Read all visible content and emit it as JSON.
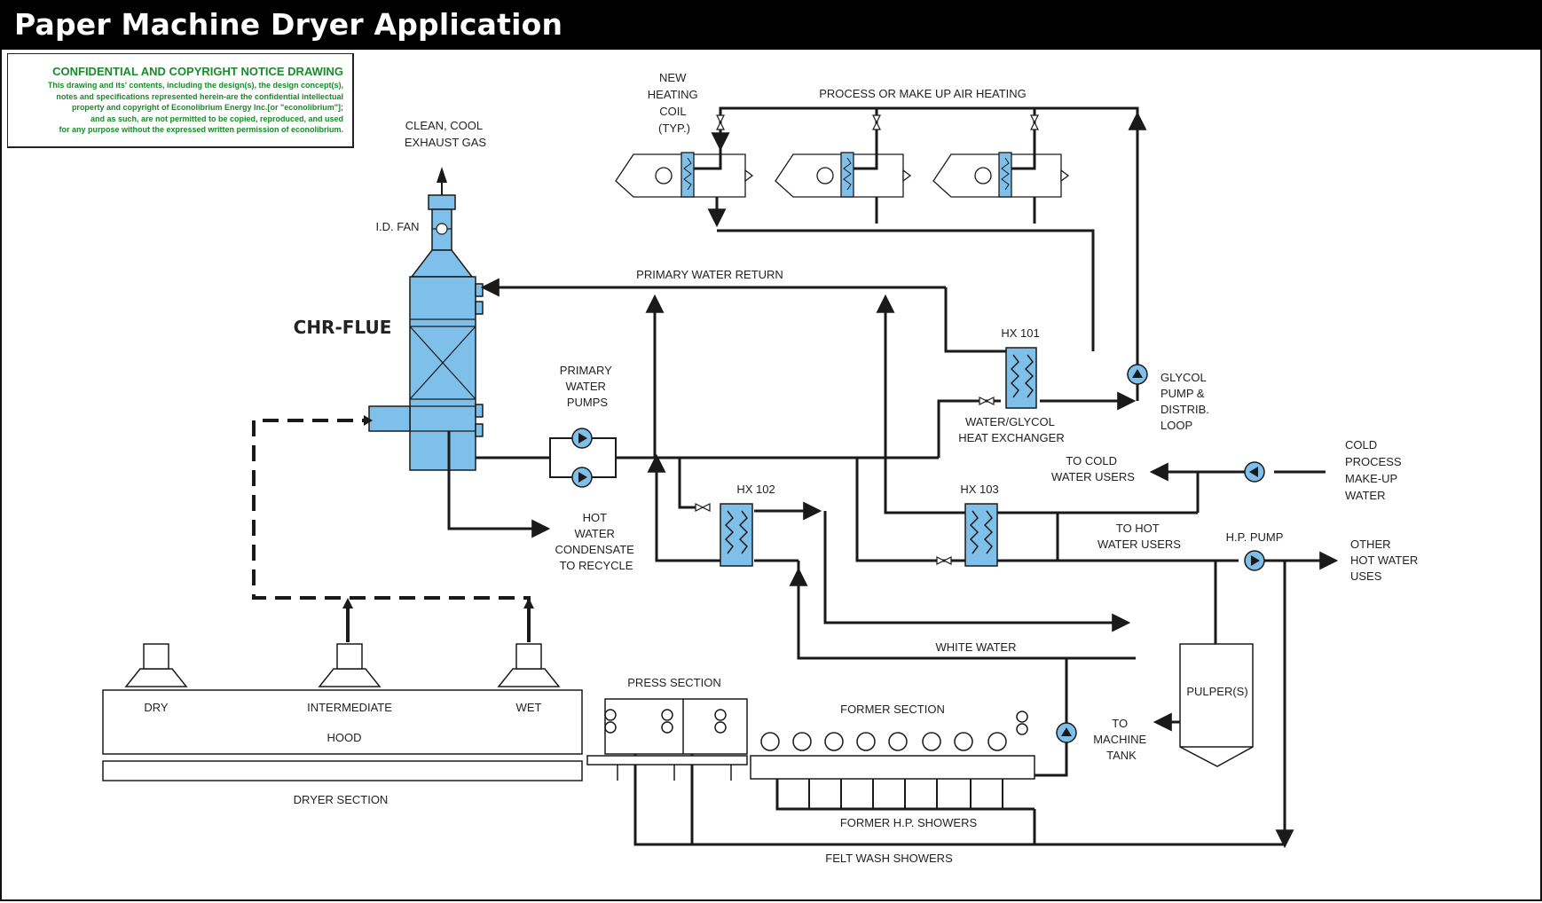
{
  "title": "Paper Machine Dryer Application",
  "notice": {
    "heading": "CONFIDENTIAL AND COPYRIGHT NOTICE DRAWING",
    "lines": [
      "This drawing and its' contents, including the design(s), the design concept(s),",
      "notes and specifications represented herein-are the confidential intellectual",
      "property and copyright of Econolibrium Energy Inc.[or \"econolibrium\"];",
      "and as such, are not permitted to be copied, reproduced, and used",
      "for any purpose without the expressed written permission of econolibrium."
    ]
  },
  "labels": {
    "new_heating_coil": [
      "NEW",
      "HEATING",
      "COIL",
      "(TYP.)"
    ],
    "process_air": "PROCESS OR MAKE UP AIR HEATING",
    "clean_cool_exhaust": [
      "CLEAN, COOL",
      "EXHAUST GAS"
    ],
    "id_fan": "I.D. FAN",
    "chr_flue": "CHR-FLUE",
    "primary_water_return": "PRIMARY WATER RETURN",
    "primary_water_pumps": [
      "PRIMARY",
      "WATER",
      "PUMPS"
    ],
    "hx101": "HX 101",
    "water_glycol_hx": [
      "WATER/GLYCOL",
      "HEAT EXCHANGER"
    ],
    "glycol_pump": [
      "GLYCOL",
      "PUMP &",
      "DISTRIB.",
      "LOOP"
    ],
    "to_cold_water_users": [
      "TO COLD",
      "WATER USERS"
    ],
    "cold_process_makeup": [
      "COLD",
      "PROCESS",
      "MAKE-UP",
      "WATER"
    ],
    "hot_water_condensate": [
      "HOT",
      "WATER",
      "CONDENSATE",
      "TO RECYCLE"
    ],
    "hx102": "HX 102",
    "hx103": "HX 103",
    "to_hot_water_users": [
      "TO HOT",
      "WATER USERS"
    ],
    "hp_pump": "H.P. PUMP",
    "other_hot_water_uses": [
      "OTHER",
      "HOT WATER",
      "USES"
    ],
    "white_water": "WHITE WATER",
    "pulper": "PULPER(S)",
    "to_machine_tank": [
      "TO",
      "MACHINE",
      "TANK"
    ],
    "press_section": "PRESS SECTION",
    "former_section": "FORMER SECTION",
    "dry": "DRY",
    "intermediate": "INTERMEDIATE",
    "wet": "WET",
    "hood": "HOOD",
    "dryer_section": "DRYER SECTION",
    "former_hp_showers": "FORMER H.P. SHOWERS",
    "felt_wash_showers": "FELT WASH SHOWERS"
  },
  "colors": {
    "equipment_fill": "#7fc0ea",
    "line": "#1a1a1a",
    "notice_text": "#1a8a2a"
  }
}
